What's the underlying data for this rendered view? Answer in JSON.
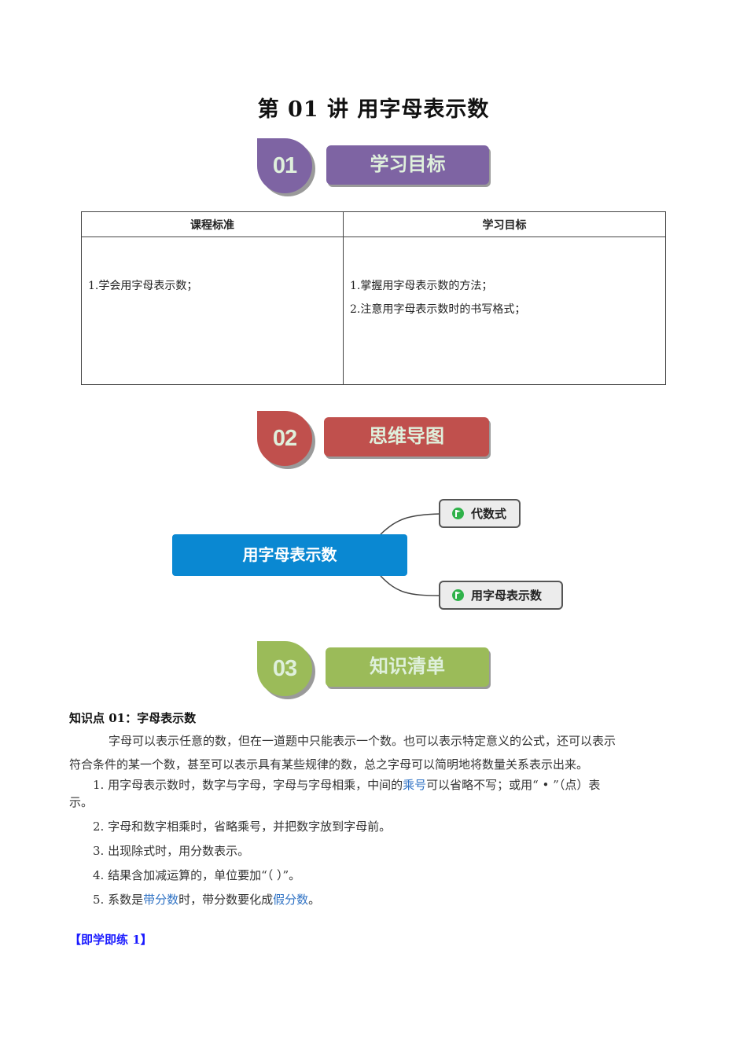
{
  "document": {
    "title": "第 01 讲  用字母表示数"
  },
  "sections": [
    {
      "number": "01",
      "label": "学习目标",
      "color": "#7e64a3"
    },
    {
      "number": "02",
      "label": "思维导图",
      "color": "#c0504d"
    },
    {
      "number": "03",
      "label": "知识清单",
      "color": "#9bbb59"
    }
  ],
  "objectives_table": {
    "headers": [
      "课程标准",
      "学习目标"
    ],
    "rows": [
      {
        "standard": [
          "1.学会用字母表示数；"
        ],
        "goals": [
          "1.掌握用字母表示数的方法；",
          "2.注意用字母表示数时的书写格式；"
        ]
      }
    ]
  },
  "mind_map": {
    "root": "用字母表示数",
    "root_color": "#0a88d2",
    "children": [
      {
        "label": "代数式",
        "icon": "flag-icon"
      },
      {
        "label": "用字母表示数",
        "icon": "flag-icon"
      }
    ]
  },
  "knowledge": {
    "point_title": "知识点 01：字母表示数",
    "intro_line1": "字母可以表示任意的数，但在一道题中只能表示一个数。也可以表示特定意义的公式，还可以表示",
    "intro_line2": "符合条件的某一个数，甚至可以表示具有某些规律的数，总之字母可以简明地将数量关系表示出来。",
    "rule1": {
      "pre": "1. 用字母表示数时，数字与字母，字母与字母相乘，中间的",
      "link": "乘号",
      "post": "可以省略不写；或用“ • ”（点）表",
      "wrap": "示。"
    },
    "rule2": "2. 字母和数字相乘时，省略乘号，并把数字放到字母前。",
    "rule3": "3. 出现除式时，用分数表示。",
    "rule4": "4. 结果含加减运算的，单位要加“（  ）”。",
    "rule5": {
      "pre": "5. 系数是",
      "link1": "带分数",
      "mid": "时，带分数要化成",
      "link2": "假分数",
      "post": "。"
    },
    "link_color": "#2f72c4"
  },
  "practice": {
    "label": "【即学即练 1】",
    "color": "#1a1aff"
  }
}
